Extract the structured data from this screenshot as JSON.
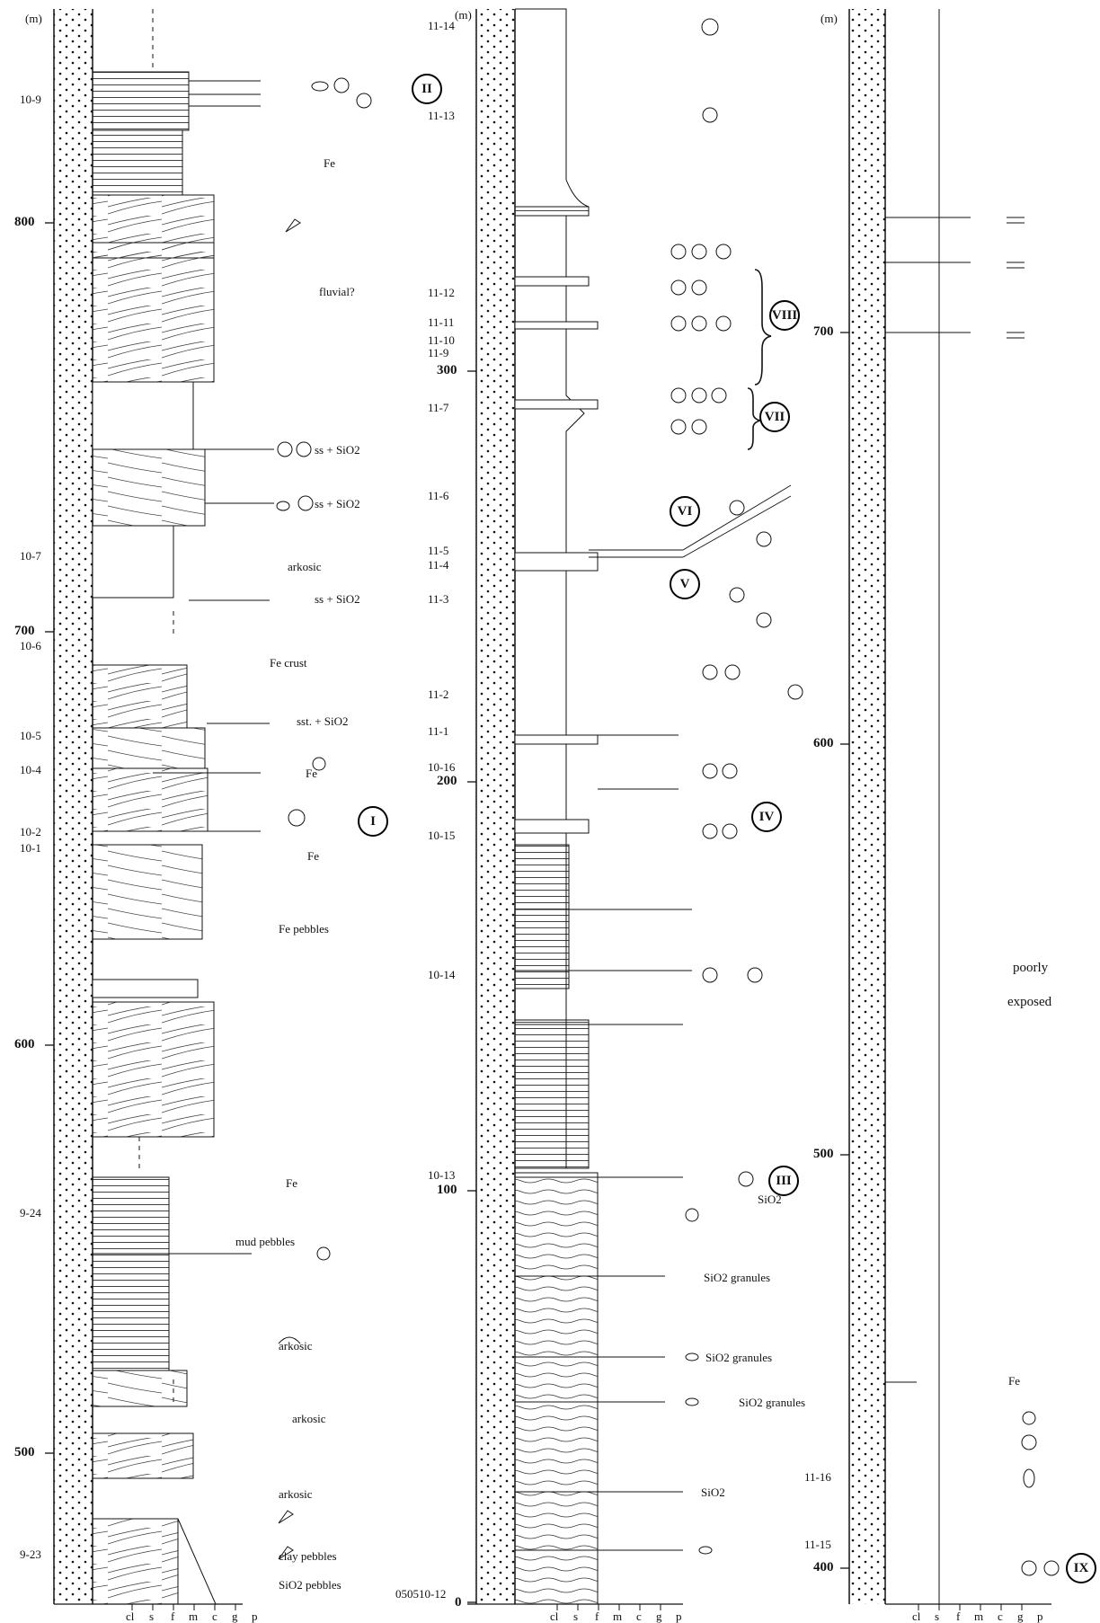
{
  "unit_label": "(m)",
  "grain_size_scale": [
    "cl",
    "s",
    "f",
    "m",
    "c",
    "g",
    "p"
  ],
  "columns": [
    {
      "name": "left",
      "depth_ticks": [
        "800",
        "700",
        "600",
        "500"
      ],
      "sample_labels": [
        "10-9",
        "10-7",
        "10-6",
        "10-5",
        "10-4",
        "10-2",
        "10-1",
        "9-24",
        "9-23"
      ],
      "annotations": [
        "Fe",
        "fluvial?",
        "ss + SiO2",
        "ss + SiO2",
        "arkosic",
        "ss + SiO2",
        "Fe crust",
        "sst. + SiO2",
        "Fe",
        "Fe",
        "Fe pebbles",
        "Fe",
        "mud pebbles",
        "arkosic",
        "arkosic",
        "arkosic",
        "clay pebbles",
        "SiO2 pebbles"
      ],
      "intervals": [
        "II",
        "I"
      ]
    },
    {
      "name": "middle",
      "depth_ticks": [
        "300",
        "200",
        "100",
        "0"
      ],
      "sample_labels": [
        "11-14",
        "11-13",
        "11-12",
        "11-11",
        "11-10",
        "11-9",
        "11-7",
        "11-6",
        "11-5",
        "11-4",
        "11-3",
        "11-2",
        "11-1",
        "10-16",
        "10-15",
        "10-14",
        "10-13",
        "050510-12"
      ],
      "annotations": [
        "SiO2",
        "SiO2 granules",
        "SiO2 granules",
        "SiO2 granules",
        "SiO2"
      ],
      "intervals": [
        "VIII",
        "VII",
        "VI",
        "V",
        "IV",
        "III"
      ]
    },
    {
      "name": "right",
      "depth_ticks": [
        "700",
        "600",
        "500",
        "400"
      ],
      "sample_labels": [
        "11-16",
        "11-15"
      ],
      "annotations": [
        "poorly",
        "exposed",
        "Fe"
      ],
      "intervals": [
        "IX"
      ]
    }
  ],
  "colors": {
    "ink": "#111111",
    "paper": "#ffffff"
  }
}
